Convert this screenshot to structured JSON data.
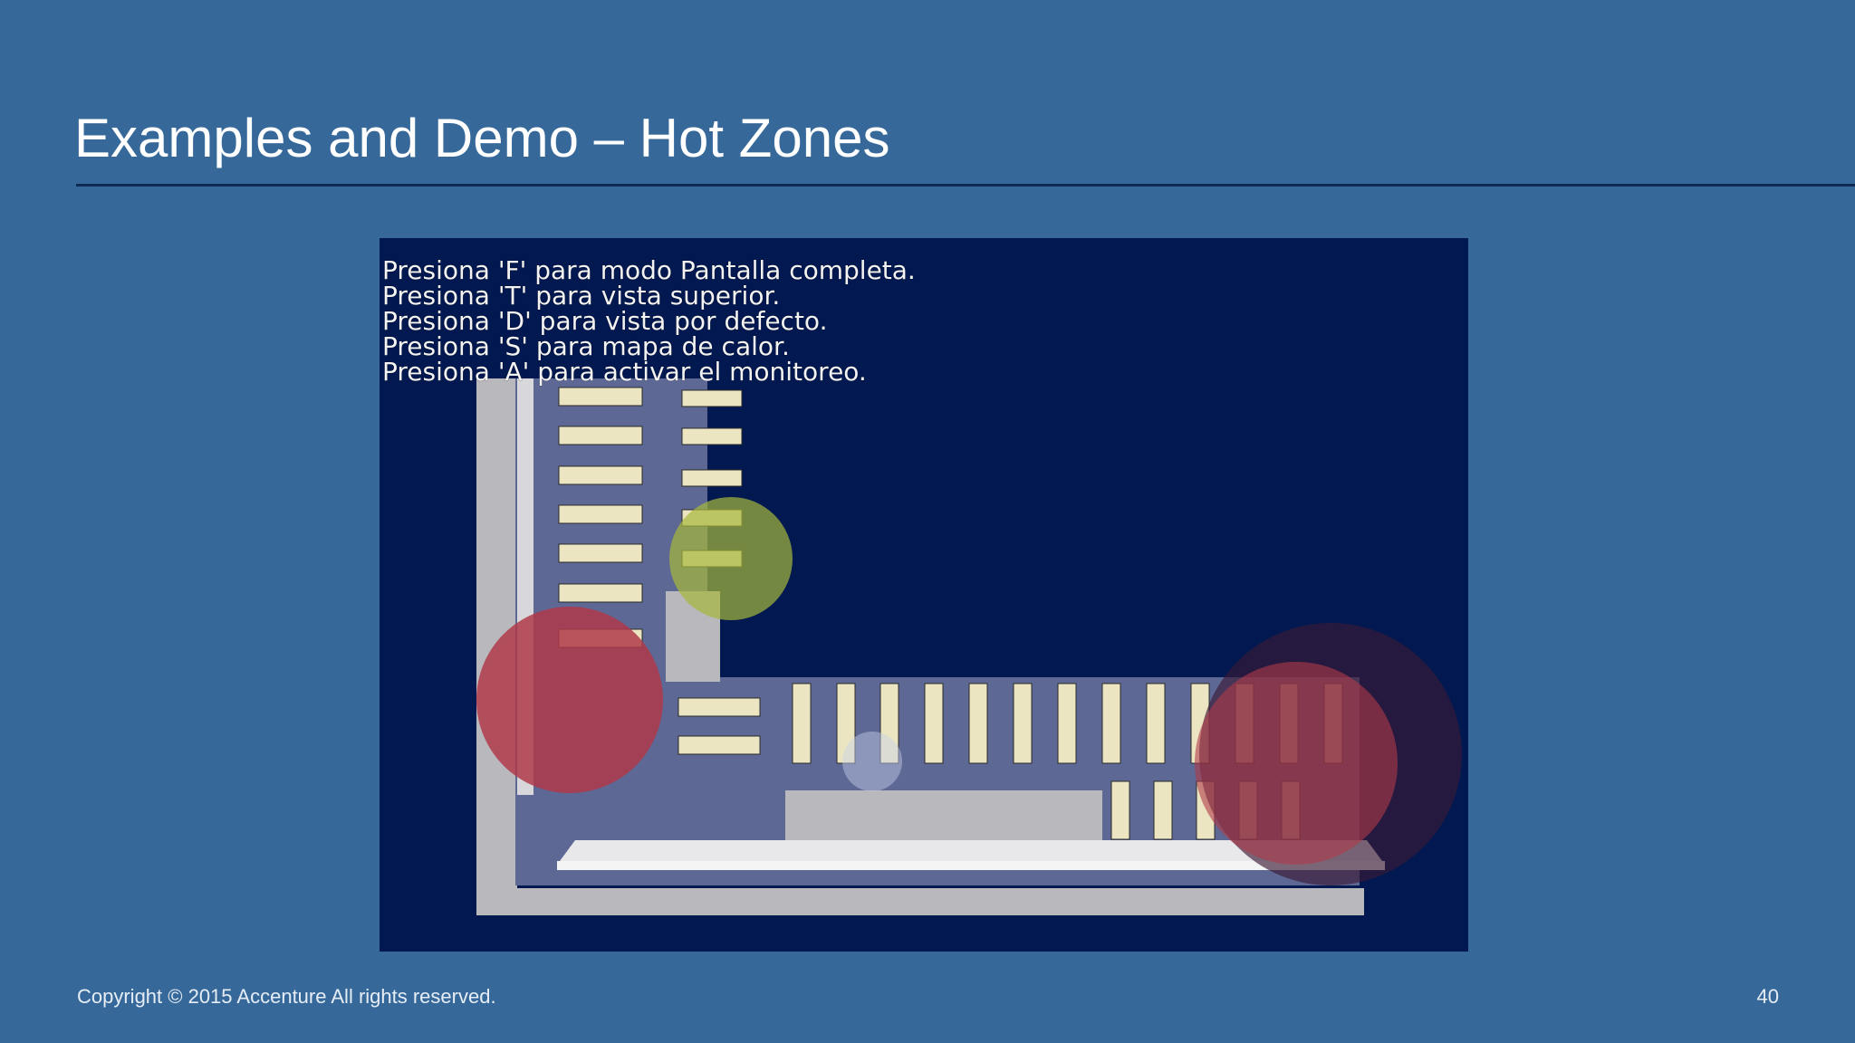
{
  "slide": {
    "title": "Examples and Demo – Hot Zones",
    "page_number": "40",
    "copyright": "Copyright © 2015 Accenture  All rights reserved."
  },
  "demo": {
    "instructions": [
      "Presiona 'F' para modo Pantalla completa.",
      "Presiona 'T' para vista superior.",
      "Presiona 'D' para vista por defecto.",
      "Presiona 'S' para mapa de calor.",
      "Presiona 'A' para activar el monitoreo."
    ],
    "heat_zone_colors": {
      "red": "#b03a4a",
      "yellow": "#a6b83a",
      "dark": "#3a1a35",
      "pale": "#c8d0e8"
    },
    "floor_color": "#5d6895",
    "wall_color": "#b9b8bd",
    "shelf_color": "#ece5c2"
  }
}
